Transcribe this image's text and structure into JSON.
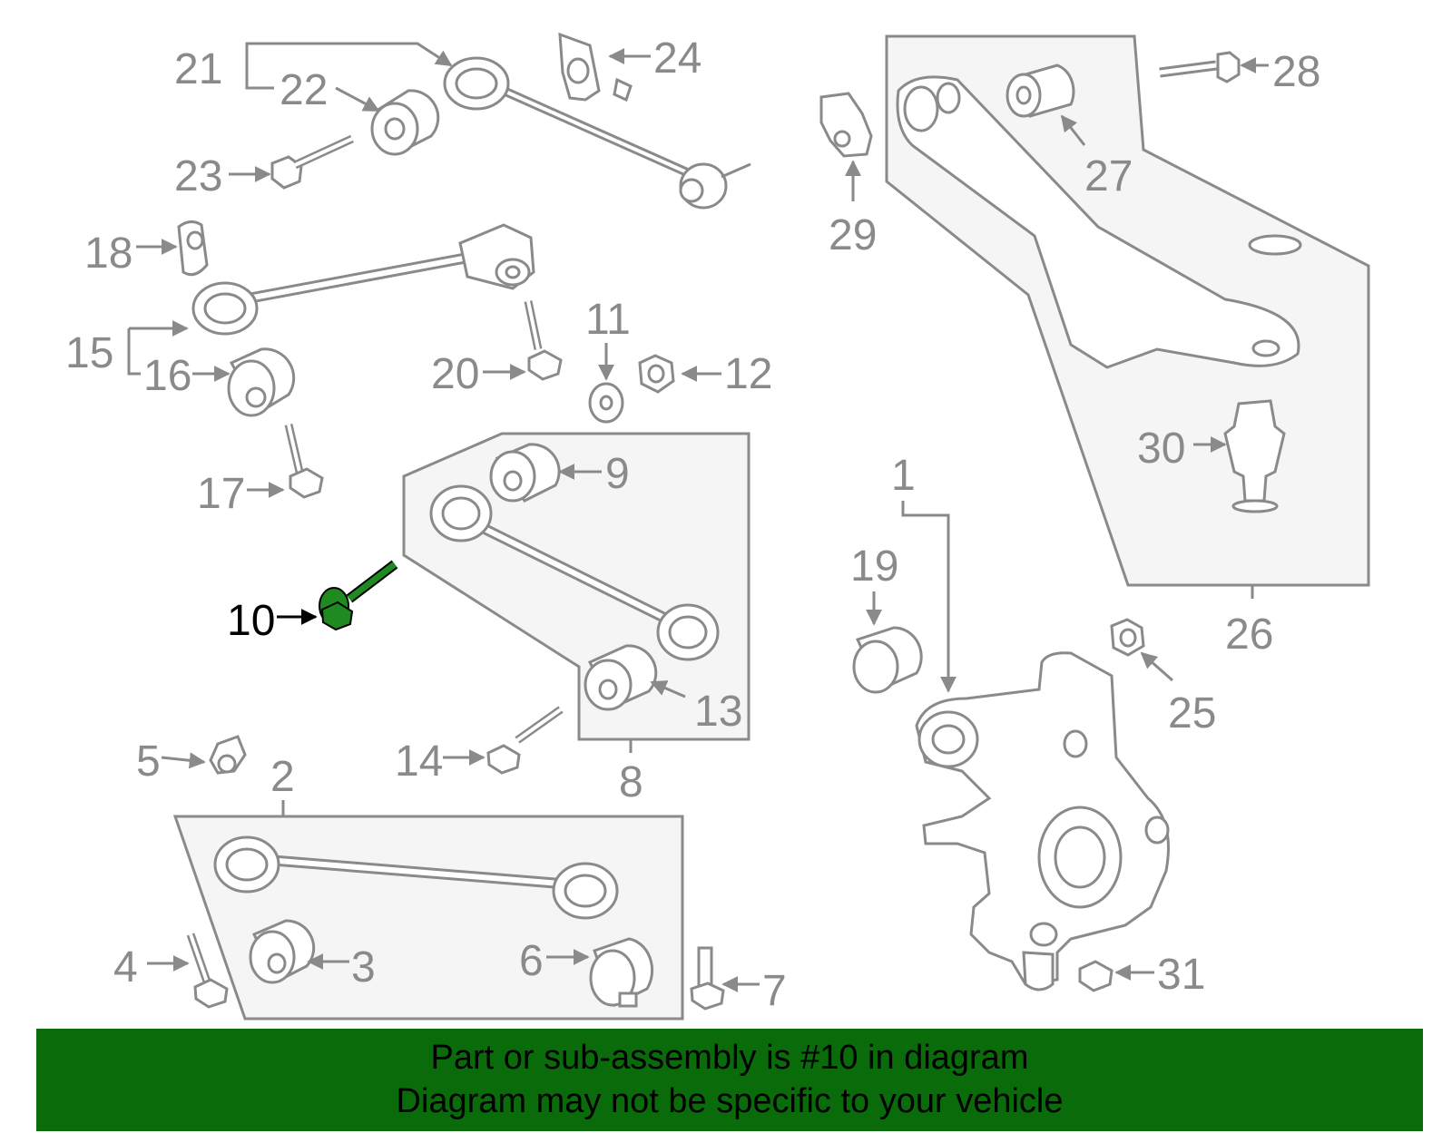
{
  "diagram": {
    "highlighted_part": "10",
    "callouts": [
      "1",
      "2",
      "3",
      "4",
      "5",
      "6",
      "7",
      "8",
      "9",
      "10",
      "11",
      "12",
      "13",
      "14",
      "15",
      "16",
      "17",
      "18",
      "19",
      "20",
      "21",
      "22",
      "23",
      "24",
      "25",
      "26",
      "27",
      "28",
      "29",
      "30",
      "31"
    ]
  },
  "banner": {
    "line1": "Part or sub-assembly is #10 in diagram",
    "line2": "Diagram may not be specific to your vehicle",
    "color": "#0a6b0a"
  },
  "colors": {
    "line": "#8a8a8a",
    "highlight": "#1f8a1f",
    "group_fill": "#f5f5f5"
  }
}
